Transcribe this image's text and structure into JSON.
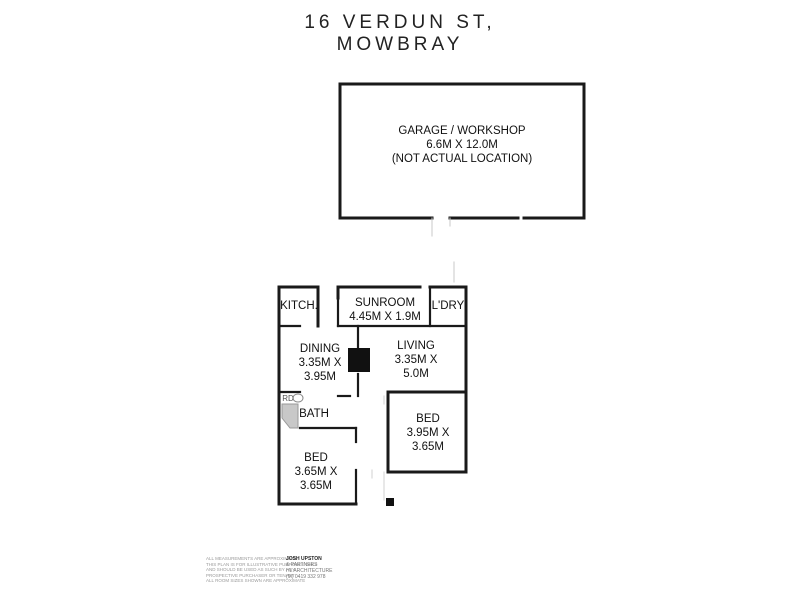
{
  "title": {
    "line1": "16 VERDUN ST,",
    "line2": "MOWBRAY"
  },
  "rooms": {
    "garage": {
      "name": "GARAGE / WORKSHOP",
      "size": "6.6M X 12.0M",
      "note": "(NOT ACTUAL LOCATION)"
    },
    "kitchen": {
      "name": "KITCH."
    },
    "sunroom": {
      "name": "SUNROOM",
      "size": "4.45M X 1.9M"
    },
    "laundry": {
      "name": "L'DRY"
    },
    "dining": {
      "name": "DINING",
      "size_a": "3.35M X",
      "size_b": "3.95M"
    },
    "living": {
      "name": "LIVING",
      "size_a": "3.35M X",
      "size_b": "5.0M"
    },
    "bath": {
      "name": "BATH",
      "fixture": "RD"
    },
    "bed1": {
      "name": "BED",
      "size_a": "3.95M X",
      "size_b": "3.65M"
    },
    "bed2": {
      "name": "BED",
      "size_a": "3.65M X",
      "size_b": "3.65M"
    }
  },
  "footer": {
    "disclaimer": [
      "ALL MEASUREMENTS ARE APPROXIMATE",
      "THIS PLAN IS FOR ILLUSTRATIVE PURPOSES ONLY",
      "AND SHOULD BE USED AS SUCH BY ANY",
      "PROSPECTIVE PURCHASER OR TENANT",
      "ALL ROOM SIZES SHOWN ARE APPROXIMATE"
    ],
    "firm": {
      "name": "JOSH UPSTON",
      "line2": "& PARTNERS",
      "line3": "HL ARCHITECTURE",
      "phone": "(M) 0419 332 978"
    }
  }
}
